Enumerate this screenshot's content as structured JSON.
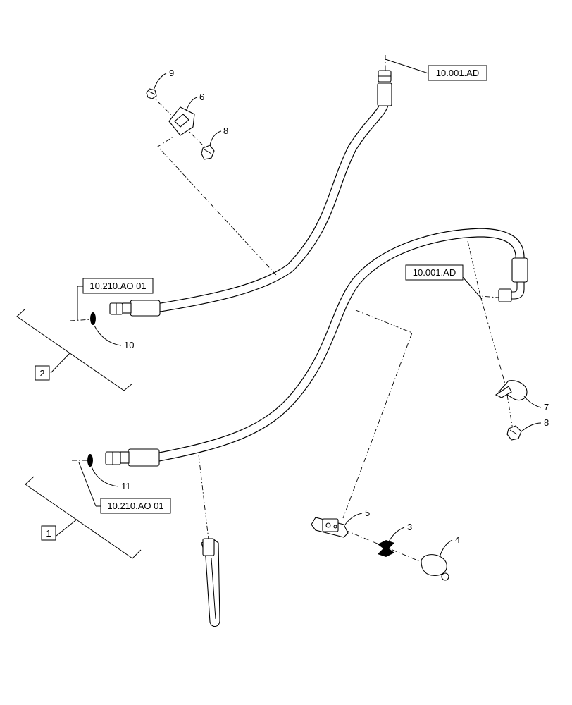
{
  "callouts": {
    "c1": "1",
    "c2": "2",
    "c3": "3",
    "c4": "4",
    "c5": "5",
    "c6": "6",
    "c7": "7",
    "c8a": "8",
    "c8b": "8",
    "c9": "9",
    "c10": "10",
    "c11": "11"
  },
  "references": {
    "ref_top_right": "10.001.AD",
    "ref_mid_right": "10.001.AD",
    "ref_left_upper": "10.210.AO 01",
    "ref_left_lower": "10.210.AO 01"
  },
  "colors": {
    "line": "#000000",
    "background": "#ffffff"
  }
}
